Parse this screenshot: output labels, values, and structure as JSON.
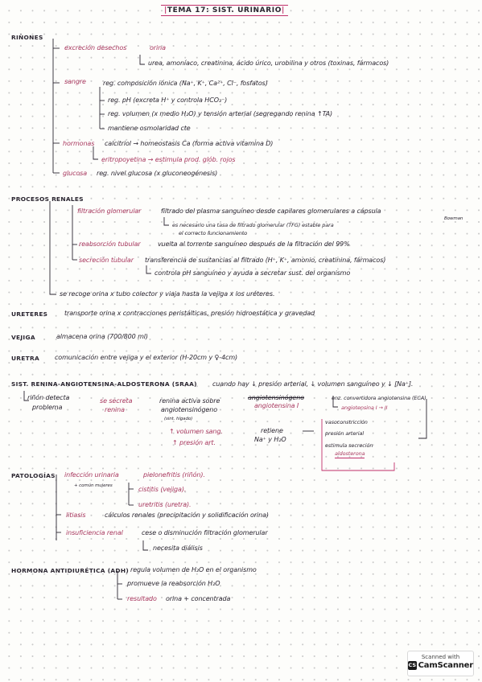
{
  "title": "TEMA 17: SIST. URINARIO",
  "sections": {
    "rinones": {
      "heading": "RIÑONES",
      "excrecion": "excreción desechos",
      "orina": "orina",
      "orina_detail": "urea, amoníaco, creatinina, ácido úrico, urobilina y otros (toxinas, fármacos)",
      "sangre": "sangre",
      "reg_ionica": "reg. composición iónica (Na⁺, K⁺, Ca²⁺, Cl⁻, fosfatos)",
      "reg_ph": "reg. pH (excreta H⁺ y controla HCO₃⁻)",
      "reg_volumen": "reg. volumen (x medio H₂O) y tensión arterial (segregando renina ↑TA)",
      "osmolaridad": "mantiene osmolaridad cte",
      "hormonas": "hormonas",
      "calcitriol": "calcitriol → homeostasis Ca (forma activa vitamina D)",
      "eritropoyetina": "eritropoyetina → estimula prod. glób. rojos",
      "glucosa": "glucosa",
      "reg_glucosa": "reg. nivel glucosa (x gluconeogénesis)"
    },
    "procesos": {
      "heading": "PROCESOS RENALES",
      "filtracion": "filtración glomerular",
      "filtracion_desc": "filtrado del plasma sanguíneo desde capilares glomerulares a cápsula",
      "bowman": "Bowman",
      "tfg": "es necesario una tasa de filtrado glomerular (TFG) estable para",
      "tfg2": "el correcto funcionamiento",
      "reabsorcion": "reabsorción tubular",
      "reabsorcion_desc": "vuelta al torrente sanguíneo después de la filtración del 99%",
      "secrecion": "secreción tubular",
      "secrecion_desc": "transferencia de sustancias al filtrado (H⁺, K⁺, amonio, creatinina, fármacos)",
      "secrecion_desc2": "controla pH sanguíneo y ayuda a secretar sust. del organismo",
      "recoge": "se recoge orina x tubo colector y viaja hasta la vejiga x los uréteres."
    },
    "ureteres": {
      "heading": "URETERES",
      "desc": "transporte orina x contracciones peristálticas, presión hidroestática y gravedad"
    },
    "vejiga": {
      "heading": "VEJIGA",
      "desc": "almacena orina (700/800 ml)"
    },
    "uretra": {
      "heading": "URETRA",
      "desc": "comunicación entre vejiga y el exterior (H-20cm y ♀-4cm)"
    },
    "sraa": {
      "heading": "SIST. RENINA-ANGIOTENSINA-ALDOSTERONA (SRAA)",
      "cuando": "cuando hay ↓ presión arterial, ↓ volumen sanguíneo y ↓ [Na⁺].",
      "rinon": "riñón detecta",
      "problema": "problema",
      "secreta": "se secreta",
      "renina": "renina",
      "activa": "renina activa sobre",
      "angiotensinogeno": "angiotensinógeno",
      "sint_higado": "(sint. hígado)",
      "angiotensinogeno_strike": "angiotensinógeno",
      "angiotensina_i": "angiotensina I",
      "eca": "enz. convertidora angiotensina (ECA)",
      "angio_i_ii": "angiotensina I → II",
      "vasocon": "vasoconstricción",
      "presion_art": "presión arterial",
      "estimula": "estimula secreción",
      "aldosterona": "aldosterona",
      "vol_sang": "↑ volumen sang.",
      "pres_art": "↑ presión art.",
      "retiene": "retiene",
      "na_h2o": "Na⁺ y H₂O"
    },
    "patologias": {
      "heading": "PATOLOGÍAS",
      "infeccion": "infección urinaria",
      "causa": "+ común mujeres",
      "pielonefritis": "pielonefritis (riñón).",
      "cistitis": "cistitis (vejiga).",
      "uretritis": "uretritis (uretra).",
      "litiasis": "litiasis",
      "calculos": "cálculos renales (precipitación y solidificación orina)",
      "insuficiencia": "insuficiencia renal",
      "cese": "cese o disminución filtración glomerular",
      "dialisis": "necesita diálisis"
    },
    "adh": {
      "heading": "HORMONA ANTIDIURÉTICA (ADH)",
      "regula": "regula volumen de H₂O en el organismo",
      "promueve": "promueve la reabsorción H₂O",
      "resultado": "resultado",
      "orina_conc": "orina + concentrada"
    }
  },
  "badge": {
    "top": "Scanned with",
    "icon": "CS",
    "name": "CamScanner"
  }
}
